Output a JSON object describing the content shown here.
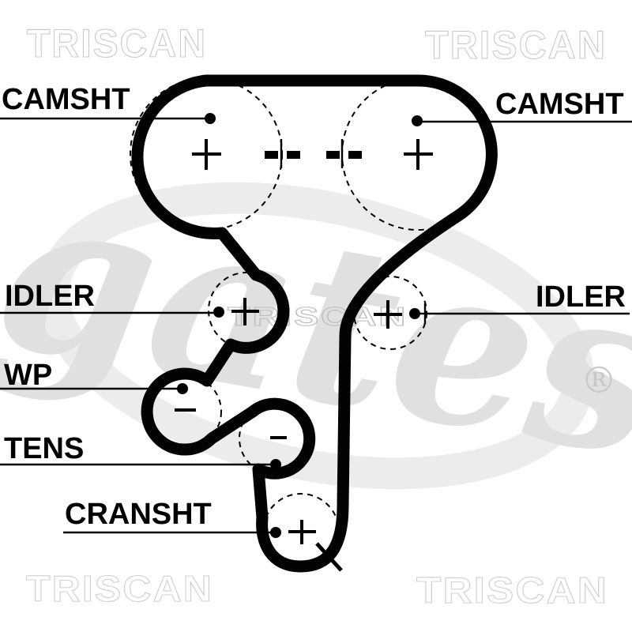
{
  "watermarks": {
    "brand": "TRISCAN",
    "logo_text": "gates",
    "registered_mark": "®"
  },
  "labels": {
    "camshaft_left": "CAMSHT",
    "camshaft_right": "CAMSHT",
    "idler_left": "IDLER",
    "idler_right": "IDLER",
    "water_pump": "WP",
    "tensioner": "TENS",
    "crankshaft": "CRANSHT"
  },
  "pulley_marks": {
    "camshaft_left": "+",
    "camshaft_right": "+",
    "idler_left": "+",
    "idler_right": "+",
    "water_pump": "−",
    "tensioner": "−",
    "crankshaft": "+"
  },
  "colors": {
    "diagram_line": "#000000",
    "background": "#ffffff",
    "watermark_gray": "#c9c9c9",
    "logo_gray": "#e0e0e0"
  }
}
